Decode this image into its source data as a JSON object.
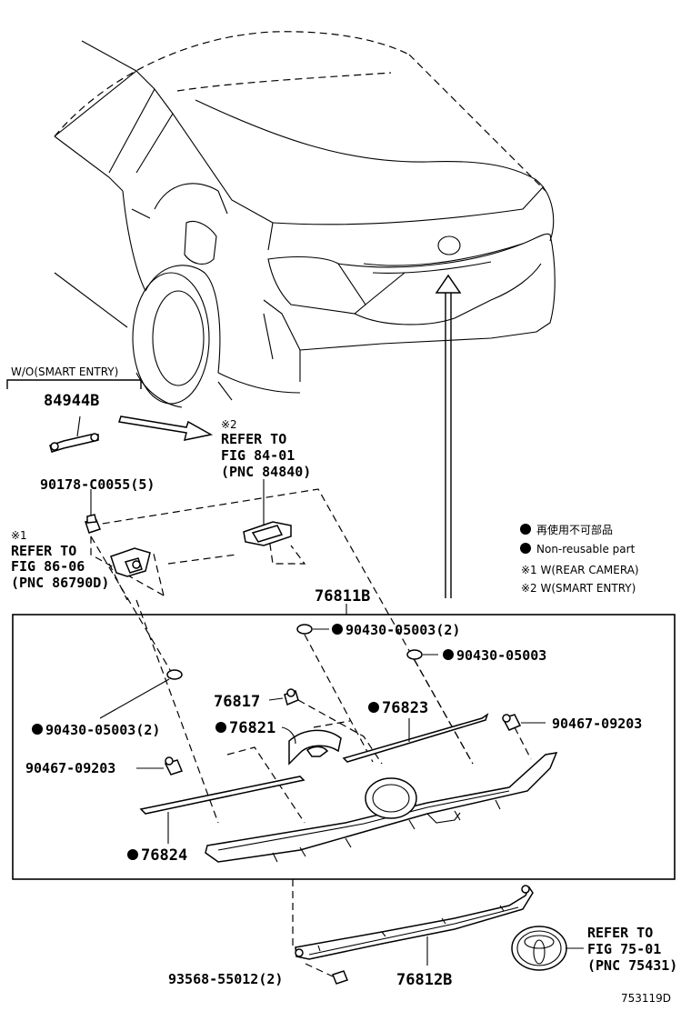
{
  "labels": {
    "wo_smart_entry": "W/O(SMART ENTRY)",
    "p84944b": "84944B",
    "note2_mark": "※2",
    "refer_a_1": "REFER TO",
    "refer_a_2": "FIG 84-01",
    "refer_a_3": "(PNC 84840)",
    "p90178": "90178-C0055(5)",
    "note1_mark": "※1",
    "refer_b_1": "REFER TO",
    "refer_b_2": "FIG 86-06",
    "refer_b_3": "(PNC 86790D)",
    "p76811b": "76811B",
    "p90430_top": "90430-05003(2)",
    "p90430_mid": "90430-05003",
    "p90430_left": "90430-05003(2)",
    "p76817": "76817",
    "p76823": "76823",
    "p90467_right": "90467-09203",
    "p76821": "76821",
    "p90467_left": "90467-09203",
    "p76824": "76824",
    "p93568": "93568-55012(2)",
    "p76812b": "76812B",
    "refer_c_1": "REFER TO",
    "refer_c_2": "FIG 75-01",
    "refer_c_3": "(PNC 75431)",
    "figure_id": "753119D"
  },
  "legend": {
    "reuse_jp": "再使用不可部品",
    "reuse_en": "Non-reusable part",
    "note1": "※1 W(REAR CAMERA)",
    "note2": "※2 W(SMART ENTRY)"
  }
}
